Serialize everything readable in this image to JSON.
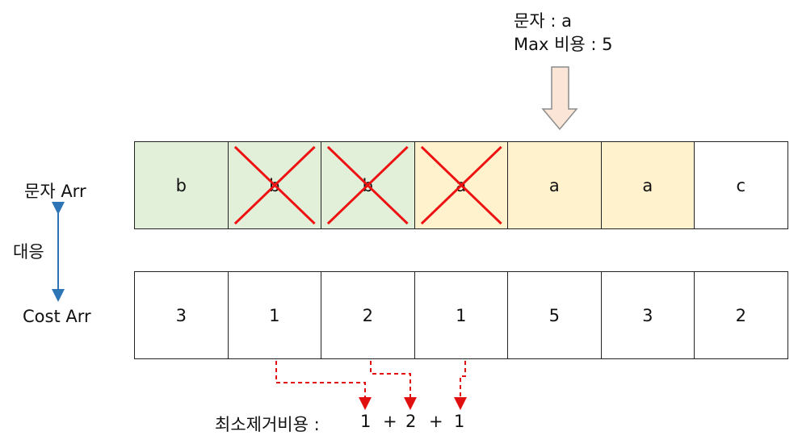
{
  "annotation": {
    "line1": "문자 : a",
    "line2": "Max 비용 : 5"
  },
  "labels": {
    "char_arr": "문자 Arr",
    "correspond": "대응",
    "cost_arr": "Cost Arr"
  },
  "char_cells": [
    {
      "text": "b",
      "color": "#e2efd9",
      "crossed": false
    },
    {
      "text": "b",
      "color": "#e2efd9",
      "crossed": true
    },
    {
      "text": "b",
      "color": "#e2efd9",
      "crossed": true
    },
    {
      "text": "a",
      "color": "#fff2cc",
      "crossed": true
    },
    {
      "text": "a",
      "color": "#fff2cc",
      "crossed": false
    },
    {
      "text": "a",
      "color": "#fff2cc",
      "crossed": false
    },
    {
      "text": "c",
      "color": "#ffffff",
      "crossed": false
    }
  ],
  "cost_cells": [
    "3",
    "1",
    "2",
    "1",
    "5",
    "3",
    "2"
  ],
  "min_removal": {
    "label": "최소제거비용 :",
    "terms": [
      "1",
      "2",
      "1"
    ],
    "op": "+"
  },
  "colors": {
    "cross": "#ee1111",
    "dashed_arrow": "#e01010",
    "double_arrow": "#2e75b6",
    "down_arrow_fill": "#fbe5d6",
    "down_arrow_stroke": "#8c8c8c"
  }
}
